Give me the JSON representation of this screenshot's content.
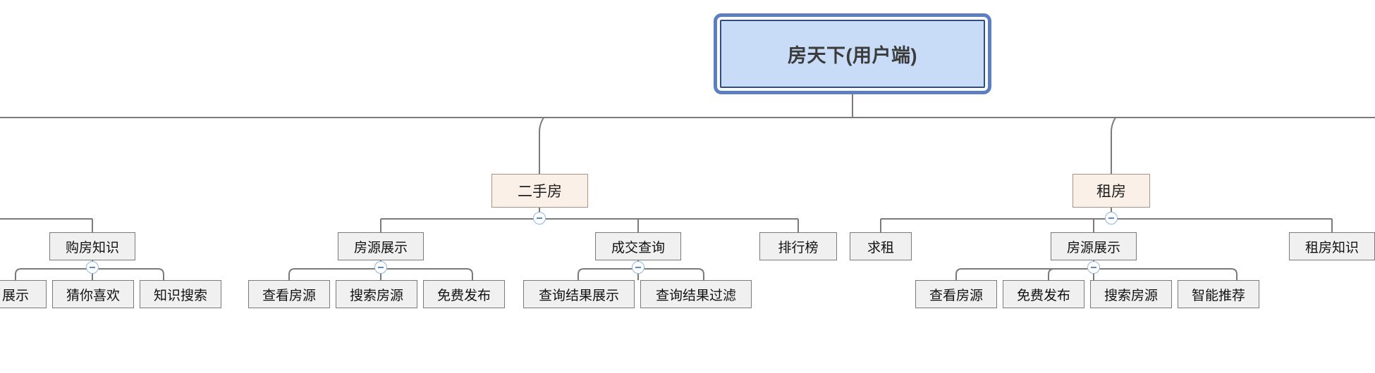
{
  "diagram": {
    "type": "mindmap-tree",
    "title": "房天下(用户端)",
    "orientation": "top-down",
    "colors": {
      "root_fill": "#c9dcf7",
      "root_border": "#2f4f7f",
      "root_selection": "#5b7fc0",
      "category_fill": "#fbf0e7",
      "category_border": "#a89484",
      "node_fill": "#f0f0f0",
      "node_border": "#7a7a7a",
      "edge": "#7a7a7a",
      "toggle_border": "#8fb4e3",
      "toggle_minus": "#5c8bcc"
    },
    "toggle_icon": "minus-icon"
  },
  "nodes": {
    "root": {
      "label": "房天下(用户端)"
    },
    "level2": [
      {
        "id": "ershoufang",
        "label": "二手房"
      },
      {
        "id": "zufang",
        "label": "租房"
      }
    ],
    "level3": [
      {
        "id": "gouwfangzhishi",
        "label": "购房知识",
        "parent": "hidden-left"
      },
      {
        "id": "fangyuanzhanshi-1",
        "label": "房源展示",
        "parent": "ershoufang"
      },
      {
        "id": "chengjiaochaxun",
        "label": "成交查询",
        "parent": "ershoufang"
      },
      {
        "id": "paihangbang",
        "label": "排行榜",
        "parent": "ershoufang"
      },
      {
        "id": "qiuzu",
        "label": "求租",
        "parent": "zufang"
      },
      {
        "id": "fangyuanzhanshi-2",
        "label": "房源展示",
        "parent": "zufang"
      },
      {
        "id": "zufangzhishi",
        "label": "租房知识",
        "parent": "zufang"
      }
    ],
    "leaves": [
      {
        "id": "leaf-zhanshi",
        "label": "展示",
        "parent": "gouwfangzhishi",
        "clipped": true
      },
      {
        "id": "leaf-cainixihuan",
        "label": "猜你喜欢",
        "parent": "gouwfangzhishi"
      },
      {
        "id": "leaf-zhishisousuo",
        "label": "知识搜索",
        "parent": "gouwfangzhishi"
      },
      {
        "id": "leaf-chakanfangyuan-1",
        "label": "查看房源",
        "parent": "fangyuanzhanshi-1"
      },
      {
        "id": "leaf-sousuofangyuan-1",
        "label": "搜索房源",
        "parent": "fangyuanzhanshi-1"
      },
      {
        "id": "leaf-mianfeifabu-1",
        "label": "免费发布",
        "parent": "fangyuanzhanshi-1"
      },
      {
        "id": "leaf-chaxunjieguozhanshi",
        "label": "查询结果展示",
        "parent": "chengjiaochaxun"
      },
      {
        "id": "leaf-chaxunjieguoguolv",
        "label": "查询结果过滤",
        "parent": "chengjiaochaxun"
      },
      {
        "id": "leaf-chakanfangyuan-2",
        "label": "查看房源",
        "parent": "fangyuanzhanshi-2"
      },
      {
        "id": "leaf-mianfeifabu-2",
        "label": "免费发布",
        "parent": "fangyuanzhanshi-2"
      },
      {
        "id": "leaf-sousuofangyuan-2",
        "label": "搜索房源",
        "parent": "fangyuanzhanshi-2"
      },
      {
        "id": "leaf-zhinengtuijian",
        "label": "智能推荐",
        "parent": "fangyuanzhanshi-2"
      }
    ]
  }
}
